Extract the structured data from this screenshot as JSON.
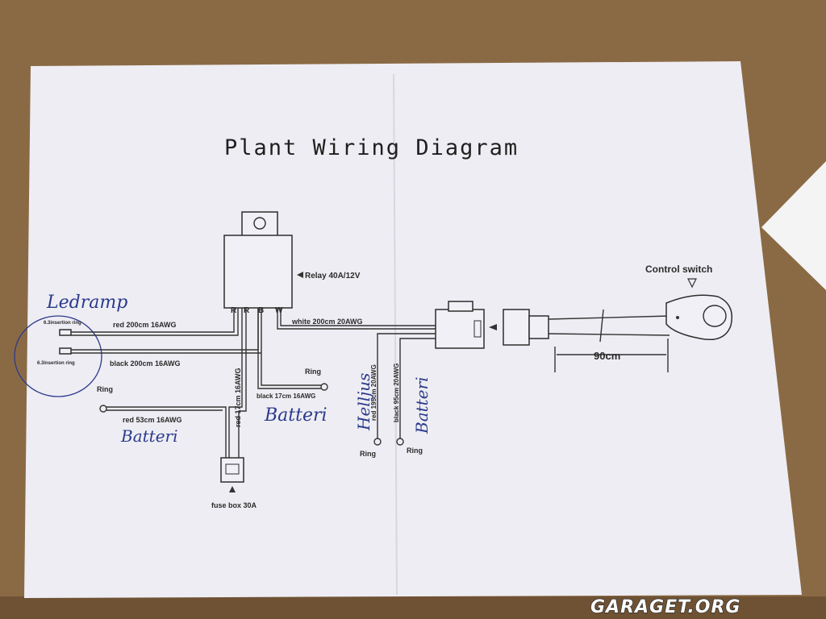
{
  "title": "Plant Wiring Diagram",
  "relay_label": "Relay 40A/12V",
  "relay_pins": [
    "R",
    "R",
    "B",
    "W"
  ],
  "control_switch_label": "Control switch",
  "switch_length": "90cm",
  "wires": {
    "red_200": "red 200cm 16AWG",
    "black_200": "black 200cm 16AWG",
    "white_200": "white 200cm 20AWG",
    "red_17": "red 17cm 16AWG",
    "black_17": "black 17cm 16AWG",
    "red_53": "red 53cm 16AWG",
    "red_195": "red 195cm 20AWG",
    "black_95": "black 95cm 20AWG"
  },
  "insertion_top": "6.3insertion ring",
  "insertion_bottom": "6.3insertion ring",
  "ring_labels": [
    "Ring",
    "Ring",
    "Ring",
    "Ring"
  ],
  "fuse_box": "fuse box 30A",
  "handwritten": {
    "ledramp": "Ledramp",
    "batteri_1": "Batteri",
    "batteri_2": "Batteri",
    "batteri_3": "Batteri",
    "helljus": "Helljus"
  },
  "watermark": "GARAGET.ORG",
  "colors": {
    "table": "#8a6a45",
    "paper": "#eeedf3",
    "ink": "#2b2b2b",
    "pen": "#2a3a8c"
  }
}
